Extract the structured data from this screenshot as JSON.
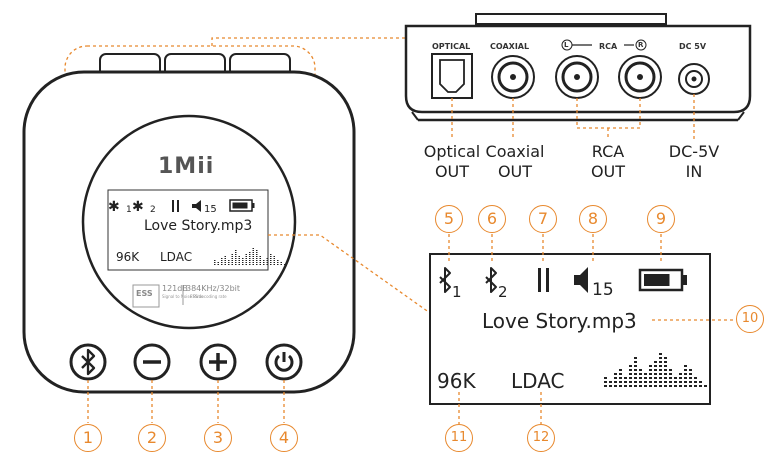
{
  "brand": "1Mii",
  "chip": {
    "logo": "ESS",
    "snr": "121dB",
    "snr_label": "Signal to Noise Ratio",
    "rate": "384KHz/32bit",
    "rate_label": "ESS decoding rate"
  },
  "ports": {
    "optical": "OPTICAL",
    "coaxial": "COAXIAL",
    "rca_left": "L",
    "rca": "RCA",
    "rca_right": "R",
    "dc": "DC 5V"
  },
  "outputs": {
    "optical": [
      "Optical",
      "OUT"
    ],
    "coaxial": [
      "Coaxial",
      "OUT"
    ],
    "rca": [
      "RCA",
      "OUT"
    ],
    "dc": [
      "DC-5V",
      "IN"
    ]
  },
  "display": {
    "bt1_sub": "1",
    "bt2_sub": "2",
    "volume": "15",
    "filename": "Love Story.mp3",
    "sample_rate": "96K",
    "codec": "LDAC",
    "battery_level": 0.75
  },
  "callouts": [
    "1",
    "2",
    "3",
    "4",
    "5",
    "6",
    "7",
    "8",
    "9",
    "10",
    "11",
    "12"
  ],
  "buttons": [
    "bluetooth-icon",
    "minus-icon",
    "plus-icon",
    "power-icon"
  ],
  "colors": {
    "accent": "#e8892e",
    "device": "#222222"
  }
}
